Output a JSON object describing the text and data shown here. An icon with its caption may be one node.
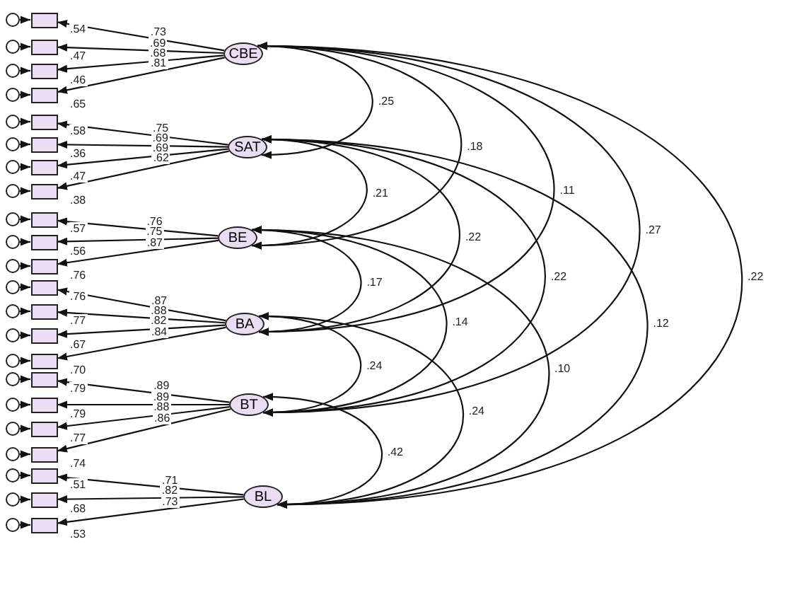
{
  "diagram": {
    "nodes": [
      {
        "text": [
          "CBE"
        ]
      },
      {
        "text": [
          "SAT"
        ]
      },
      {
        "text": [
          "BE"
        ]
      },
      {
        "text": [
          "BA"
        ]
      },
      {
        "text": [
          "BT"
        ]
      },
      {
        "text": [
          "BL"
        ]
      },
      {
        "text": [],
        "shape": "box",
        "beside": [
          ".54"
        ]
      },
      {
        "text": [],
        "shape": "box",
        "beside": [
          ".47"
        ]
      },
      {
        "text": [],
        "shape": "box",
        "beside": [
          ".46"
        ]
      },
      {
        "text": [],
        "shape": "box",
        "beside": [
          ".65"
        ]
      },
      {
        "text": [],
        "shape": "box",
        "beside": [
          ".58"
        ]
      },
      {
        "text": [],
        "shape": "box",
        "beside": [
          ".36"
        ]
      },
      {
        "text": [],
        "shape": "box",
        "beside": [
          ".47"
        ]
      },
      {
        "text": [],
        "shape": "box",
        "beside": [
          ".38"
        ]
      },
      {
        "text": [],
        "shape": "box",
        "beside": [
          ".57"
        ]
      },
      {
        "text": [],
        "shape": "box",
        "beside": [
          ".56"
        ]
      },
      {
        "text": [],
        "shape": "box",
        "beside": [
          ".76"
        ]
      },
      {
        "text": [],
        "shape": "box",
        "beside": [
          ".76"
        ]
      },
      {
        "text": [],
        "shape": "box",
        "beside": [
          ".77"
        ]
      },
      {
        "text": [],
        "shape": "box",
        "beside": [
          ".67"
        ]
      },
      {
        "text": [],
        "shape": "box",
        "beside": [
          ".70"
        ]
      },
      {
        "text": [],
        "shape": "box",
        "beside": [
          ".79"
        ]
      },
      {
        "text": [],
        "shape": "box",
        "beside": [
          ".79"
        ]
      },
      {
        "text": [],
        "shape": "box",
        "beside": [
          ".77"
        ]
      },
      {
        "text": [],
        "shape": "box",
        "beside": [
          ".74"
        ]
      },
      {
        "text": [],
        "shape": "box",
        "beside": [
          ".51"
        ]
      },
      {
        "text": [],
        "shape": "box",
        "beside": [
          ".68"
        ]
      },
      {
        "text": [],
        "shape": "box",
        "beside": [
          ".53"
        ]
      },
      {
        "text": [],
        "shape": "circle"
      },
      {
        "text": [],
        "shape": "circle"
      },
      {
        "text": [],
        "shape": "circle"
      },
      {
        "text": [],
        "shape": "circle"
      },
      {
        "text": [],
        "shape": "circle"
      },
      {
        "text": [],
        "shape": "circle"
      },
      {
        "text": [],
        "shape": "circle"
      },
      {
        "text": [],
        "shape": "circle"
      },
      {
        "text": [],
        "shape": "circle"
      },
      {
        "text": [],
        "shape": "circle"
      },
      {
        "text": [],
        "shape": "circle"
      },
      {
        "text": [],
        "shape": "circle"
      },
      {
        "text": [],
        "shape": "circle"
      },
      {
        "text": [],
        "shape": "circle"
      },
      {
        "text": [],
        "shape": "circle"
      },
      {
        "text": [],
        "shape": "circle"
      },
      {
        "text": [],
        "shape": "circle"
      },
      {
        "text": [],
        "shape": "circle"
      },
      {
        "text": [],
        "shape": "circle"
      },
      {
        "text": [],
        "shape": "circle"
      },
      {
        "text": [],
        "shape": "circle"
      },
      {
        "text": [],
        "shape": "circle"
      }
    ],
    "edges": [
      {
        "from": 0,
        "to": 6,
        "arrow": "to",
        "label": ".73"
      },
      {
        "from": 0,
        "to": 7,
        "arrow": "to",
        "label": ".69"
      },
      {
        "from": 0,
        "to": 8,
        "arrow": "to",
        "label": ".68"
      },
      {
        "from": 0,
        "to": 9,
        "arrow": "to",
        "label": ".81"
      },
      {
        "from": 1,
        "to": 10,
        "arrow": "to",
        "label": ".75"
      },
      {
        "from": 1,
        "to": 11,
        "arrow": "to",
        "label": ".69"
      },
      {
        "from": 1,
        "to": 12,
        "arrow": "to",
        "label": ".69"
      },
      {
        "from": 1,
        "to": 13,
        "arrow": "to",
        "label": ".62"
      },
      {
        "from": 2,
        "to": 14,
        "arrow": "to",
        "label": ".76"
      },
      {
        "from": 2,
        "to": 15,
        "arrow": "to",
        "label": ".75"
      },
      {
        "from": 2,
        "to": 16,
        "arrow": "to",
        "label": ".87"
      },
      {
        "from": 3,
        "to": 17,
        "arrow": "to",
        "label": ".87"
      },
      {
        "from": 3,
        "to": 18,
        "arrow": "to",
        "label": ".88"
      },
      {
        "from": 3,
        "to": 19,
        "arrow": "to",
        "label": ".82"
      },
      {
        "from": 3,
        "to": 20,
        "arrow": "to",
        "label": ".84"
      },
      {
        "from": 4,
        "to": 21,
        "arrow": "to",
        "label": ".89"
      },
      {
        "from": 4,
        "to": 22,
        "arrow": "to",
        "label": ".89"
      },
      {
        "from": 4,
        "to": 23,
        "arrow": "to",
        "label": ".88"
      },
      {
        "from": 4,
        "to": 24,
        "arrow": "to",
        "label": ".86"
      },
      {
        "from": 5,
        "to": 25,
        "arrow": "to",
        "label": ".71"
      },
      {
        "from": 5,
        "to": 26,
        "arrow": "to",
        "label": ".82"
      },
      {
        "from": 5,
        "to": 27,
        "arrow": "to",
        "label": ".73"
      },
      {
        "from": 28,
        "to": 6,
        "arrow": "to"
      },
      {
        "from": 29,
        "to": 7,
        "arrow": "to"
      },
      {
        "from": 30,
        "to": 8,
        "arrow": "to"
      },
      {
        "from": 31,
        "to": 9,
        "arrow": "to"
      },
      {
        "from": 32,
        "to": 10,
        "arrow": "to"
      },
      {
        "from": 33,
        "to": 11,
        "arrow": "to"
      },
      {
        "from": 34,
        "to": 12,
        "arrow": "to"
      },
      {
        "from": 35,
        "to": 13,
        "arrow": "to"
      },
      {
        "from": 36,
        "to": 14,
        "arrow": "to"
      },
      {
        "from": 37,
        "to": 15,
        "arrow": "to"
      },
      {
        "from": 38,
        "to": 16,
        "arrow": "to"
      },
      {
        "from": 39,
        "to": 17,
        "arrow": "to"
      },
      {
        "from": 40,
        "to": 18,
        "arrow": "to"
      },
      {
        "from": 41,
        "to": 19,
        "arrow": "to"
      },
      {
        "from": 42,
        "to": 20,
        "arrow": "to"
      },
      {
        "from": 43,
        "to": 21,
        "arrow": "to"
      },
      {
        "from": 44,
        "to": 22,
        "arrow": "to"
      },
      {
        "from": 45,
        "to": 23,
        "arrow": "to"
      },
      {
        "from": 46,
        "to": 24,
        "arrow": "to"
      },
      {
        "from": 47,
        "to": 25,
        "arrow": "to"
      },
      {
        "from": 48,
        "to": 26,
        "arrow": "to"
      },
      {
        "from": 49,
        "to": 27,
        "arrow": "to"
      },
      {
        "from": 0,
        "to": 1,
        "arrow": "both",
        "label": ".25"
      },
      {
        "from": 0,
        "to": 2,
        "arrow": "both",
        "label": ".18"
      },
      {
        "from": 0,
        "to": 3,
        "arrow": "both",
        "label": ".11"
      },
      {
        "from": 0,
        "to": 4,
        "arrow": "both",
        "label": ".27"
      },
      {
        "from": 0,
        "to": 5,
        "arrow": "both",
        "label": ".22"
      },
      {
        "from": 1,
        "to": 2,
        "arrow": "both",
        "label": ".21"
      },
      {
        "from": 1,
        "to": 3,
        "arrow": "both",
        "label": ".22"
      },
      {
        "from": 1,
        "to": 4,
        "arrow": "both",
        "label": ".22"
      },
      {
        "from": 1,
        "to": 5,
        "arrow": "both",
        "label": ".12"
      },
      {
        "from": 2,
        "to": 3,
        "arrow": "both",
        "label": ".17"
      },
      {
        "from": 2,
        "to": 4,
        "arrow": "both",
        "label": ".14"
      },
      {
        "from": 2,
        "to": 5,
        "arrow": "both",
        "label": ".10"
      },
      {
        "from": 3,
        "to": 4,
        "arrow": "both",
        "label": ".24"
      },
      {
        "from": 3,
        "to": 5,
        "arrow": "both",
        "label": ".24"
      },
      {
        "from": 4,
        "to": 5,
        "arrow": "both",
        "label": ".42"
      }
    ]
  }
}
